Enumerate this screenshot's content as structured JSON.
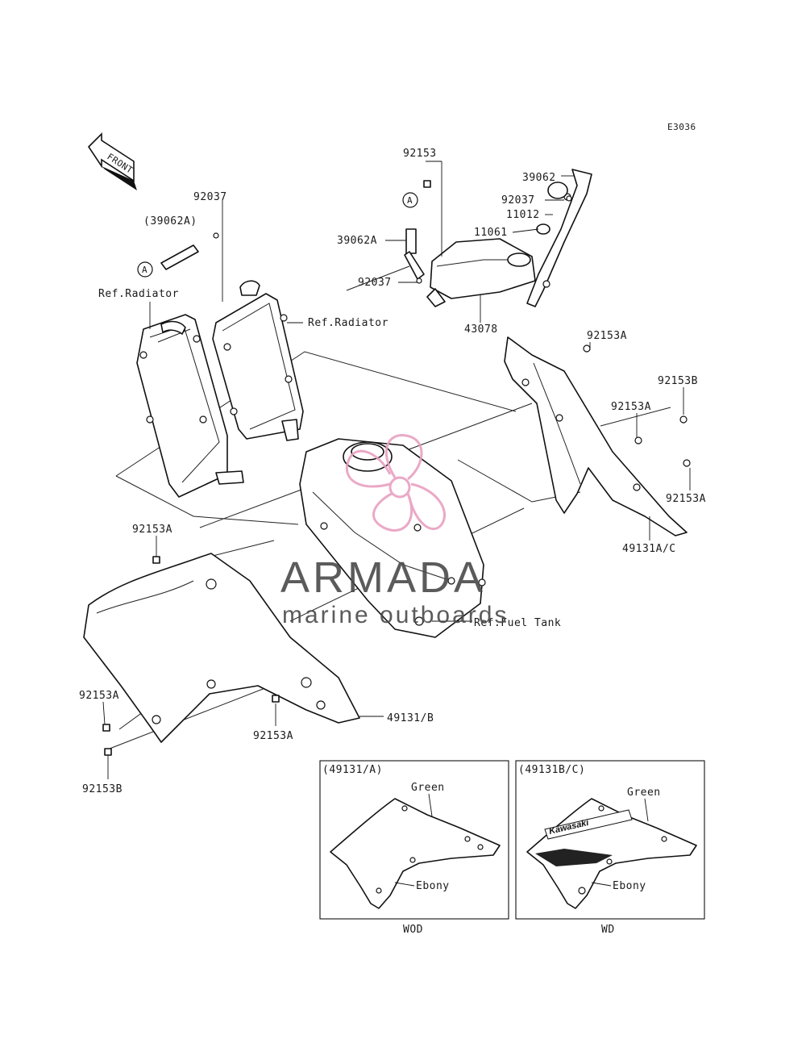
{
  "diagram_code": "E3036",
  "front_label": "FRONT",
  "callout_a": "A",
  "part_labels": {
    "p92153_top": "92153",
    "p39062_top": "39062",
    "p92037_cap": "92037",
    "p11012": "11012",
    "p11061": "11061",
    "p39062A": "39062A",
    "p92037_hose": "92037",
    "p43078": "43078",
    "p92037_left": "92037",
    "p39062A_paren": "(39062A)",
    "ref_radiator_left": "Ref.Radiator",
    "ref_radiator_right": "Ref.Radiator",
    "p92153A_r1": "92153A",
    "p92153B_r": "92153B",
    "p92153A_r2": "92153A",
    "p92153A_r3": "92153A",
    "p49131AC": "49131A/C",
    "p92153A_l1": "92153A",
    "ref_fuel_tank": "Ref.Fuel Tank",
    "p92153A_l2": "92153A",
    "p92153A_l3": "92153A",
    "p49131B": "49131/B",
    "p92153B_l": "92153B"
  },
  "inset_left": {
    "title": "(49131/A)",
    "green": "Green",
    "ebony": "Ebony",
    "code": "WOD"
  },
  "inset_right": {
    "title": "(49131B/C)",
    "green": "Green",
    "ebony": "Ebony",
    "code": "WD",
    "decal_text": "Kawasaki"
  },
  "watermark": {
    "title": "ARMADA",
    "subtitle": "marine outboards",
    "accent": "#e8a0c0"
  }
}
